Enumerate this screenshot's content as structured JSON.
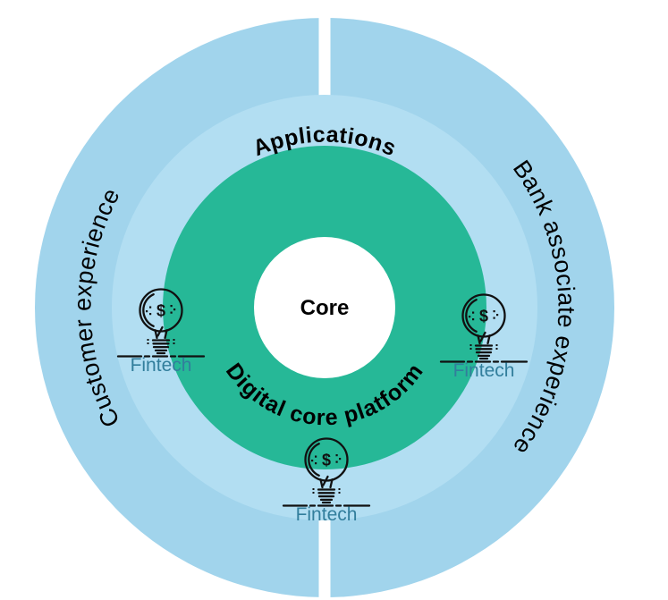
{
  "diagram": {
    "type": "concentric-rings",
    "core": {
      "label": "Core"
    },
    "inner_ring": {
      "label": "Digital core platform",
      "color": "#26b897"
    },
    "middle_ring": {
      "label": "Applications",
      "color": "#b2def2"
    },
    "outer_ring": {
      "left_label": "Customer experience",
      "right_label": "Bank associate experience",
      "color": "#a1d4ec"
    },
    "markers": [
      {
        "position": "left",
        "label": "Fintech"
      },
      {
        "position": "right",
        "label": "Fintech"
      },
      {
        "position": "bottom",
        "label": "Fintech"
      }
    ],
    "icon": {
      "name": "lightbulb-dollar-icon",
      "symbol": "$"
    },
    "colors": {
      "background": "#ffffff",
      "core_fill": "#ffffff",
      "label_text": "#000000",
      "fintech_text": "#327e9c",
      "icon_stroke": "#111111"
    }
  }
}
